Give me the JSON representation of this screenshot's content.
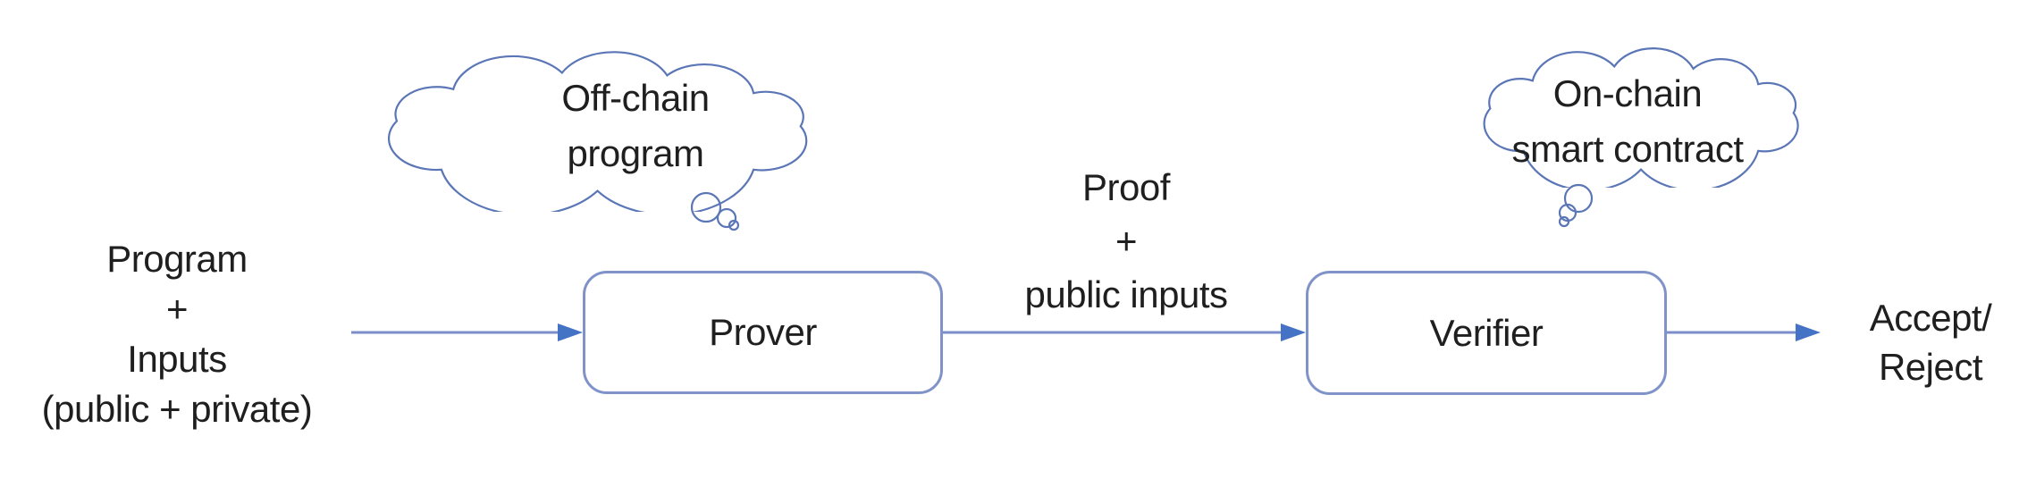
{
  "diagram": {
    "input_label": {
      "line1": "Program",
      "line2": "+",
      "line3": "Inputs",
      "line4": "(public + private)"
    },
    "clouds": {
      "offchain": {
        "line1": "Off-chain",
        "line2": "program"
      },
      "onchain": {
        "line1": "On-chain",
        "line2": "smart contract"
      }
    },
    "nodes": {
      "prover": {
        "label": "Prover"
      },
      "verifier": {
        "label": "Verifier"
      }
    },
    "edge_label": {
      "line1": "Proof",
      "line2": "+",
      "line3": "public inputs"
    },
    "output_label": {
      "line1": "Accept/",
      "line2": "Reject"
    },
    "colors": {
      "arrowhead_blue": "#4472c4",
      "arrow_line_blue": "#7b8ecb",
      "box_border_blue": "#8093c9",
      "cloud_stroke_blue": "#5b76b6",
      "text": "#1f1f1f",
      "background": "#ffffff"
    }
  }
}
